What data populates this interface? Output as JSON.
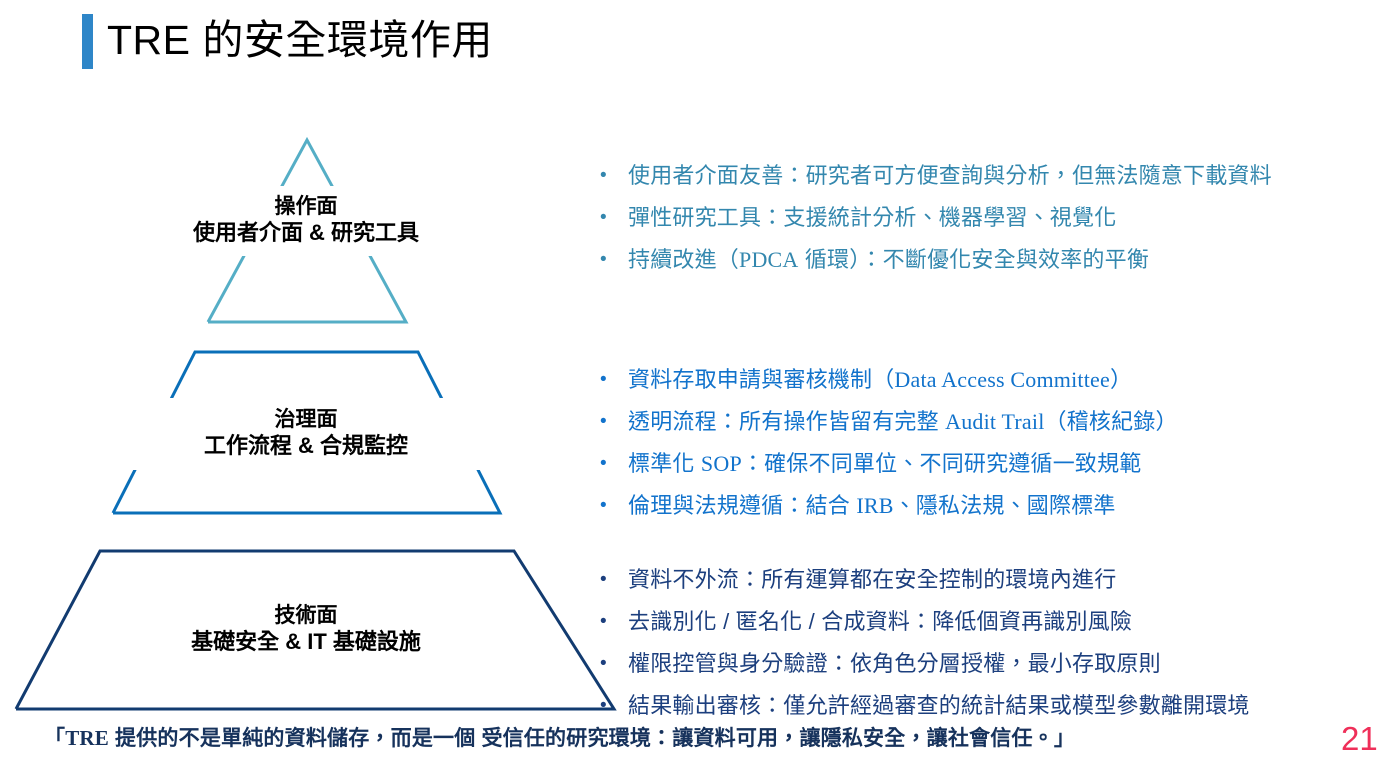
{
  "title": {
    "text": "TRE 的安全環境作用",
    "accent_color": "#2E86C8"
  },
  "pyramid": {
    "tiers": [
      {
        "name": "operations-tier",
        "line1": "操作面",
        "line2": "使用者介面 & 研究工具",
        "stroke_color": "#55AEC6"
      },
      {
        "name": "governance-tier",
        "line1": "治理面",
        "line2": "工作流程 & 合規監控",
        "stroke_color": "#0A6FB8"
      },
      {
        "name": "technology-tier",
        "line1": "技術面",
        "line2": "基礎安全 & IT 基礎設施",
        "stroke_color": "#123B70"
      }
    ]
  },
  "bullet_groups": [
    {
      "name": "operations-bullets",
      "color": "#3387AE",
      "bullet_glyph": "•",
      "items": [
        "使用者介面友善：研究者可方便查詢與分析，但無法隨意下載資料",
        "彈性研究工具：支援統計分析、機器學習、視覺化",
        "持續改進（PDCA 循環）：不斷優化安全與效率的平衡"
      ]
    },
    {
      "name": "governance-bullets",
      "color": "#1273CC",
      "bullet_glyph": "•",
      "items": [
        "資料存取申請與審核機制（Data Access Committee）",
        "透明流程：所有操作皆留有完整 Audit Trail（稽核紀錄）",
        "標準化 SOP：確保不同單位、不同研究遵循一致規範",
        "倫理與法規遵循：結合 IRB、隱私法規、國際標準"
      ]
    },
    {
      "name": "technology-bullets",
      "color": "#1C3F7E",
      "bullet_glyph": "•",
      "items": [
        "資料不外流：所有運算都在安全控制的環境內進行",
        "去識別化 / 匿名化 / 合成資料：降低個資再識別風險",
        "權限控管與身分驗證：依角色分層授權，最小存取原則",
        "結果輸出審核：僅允許經過審查的統計結果或模型參數離開環境"
      ]
    }
  ],
  "footer": {
    "quote": "「TRE 提供的不是單純的資料儲存，而是一個 受信任的研究環境：讓資料可用，讓隱私安全，讓社會信任。」",
    "page_number": "21",
    "page_number_color": "#EF2F59"
  }
}
